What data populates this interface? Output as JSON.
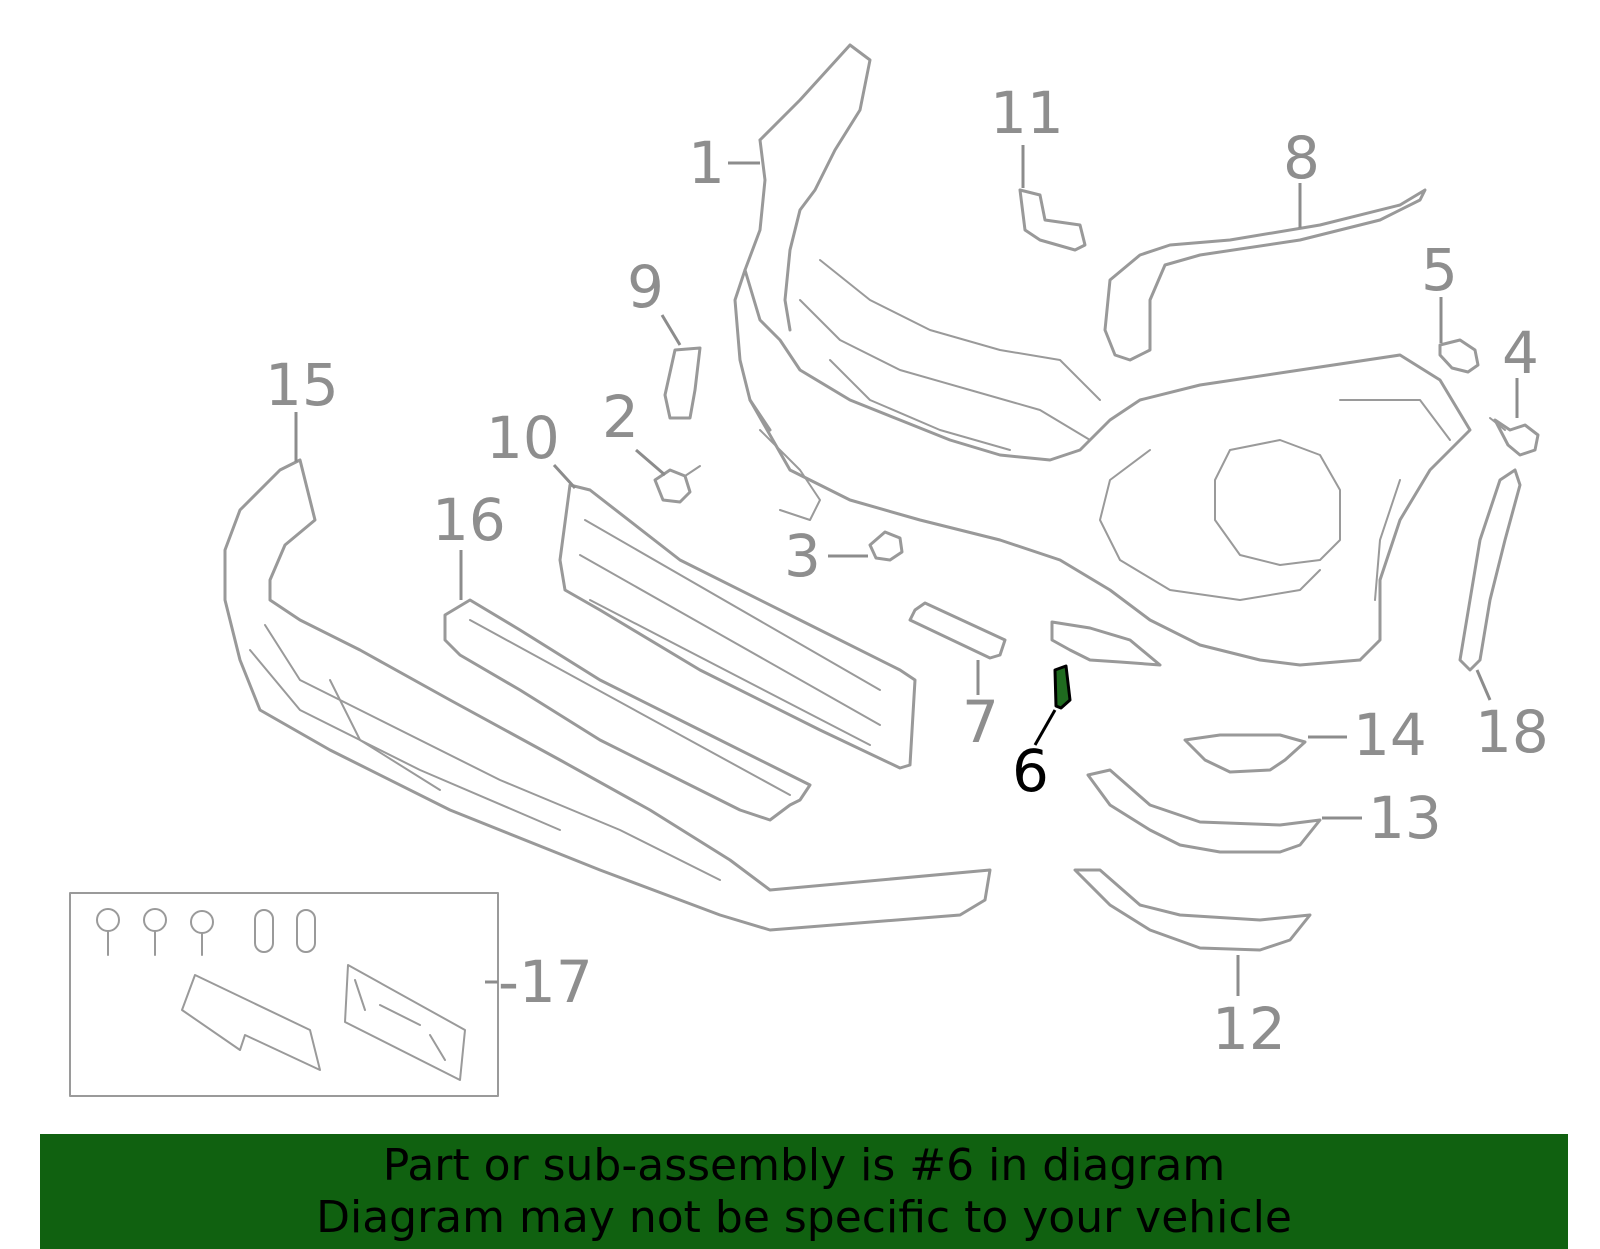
{
  "diagram": {
    "highlight_part": "6",
    "highlight_color": "#1f6b1f",
    "line_color": "#999999",
    "callouts": [
      {
        "id": "c1",
        "label": "1"
      },
      {
        "id": "c2",
        "label": "2"
      },
      {
        "id": "c3",
        "label": "3"
      },
      {
        "id": "c4",
        "label": "4"
      },
      {
        "id": "c5",
        "label": "5"
      },
      {
        "id": "c6",
        "label": "6"
      },
      {
        "id": "c7",
        "label": "7"
      },
      {
        "id": "c8",
        "label": "8"
      },
      {
        "id": "c9",
        "label": "9"
      },
      {
        "id": "c10",
        "label": "10"
      },
      {
        "id": "c11",
        "label": "11"
      },
      {
        "id": "c12",
        "label": "12"
      },
      {
        "id": "c13",
        "label": "13"
      },
      {
        "id": "c14",
        "label": "14"
      },
      {
        "id": "c15",
        "label": "15"
      },
      {
        "id": "c16",
        "label": "16"
      },
      {
        "id": "c17",
        "label": "-17"
      },
      {
        "id": "c18",
        "label": "18"
      }
    ]
  },
  "banner": {
    "line1": "Part or sub-assembly is #6 in diagram",
    "line2": "Diagram may not be specific to your vehicle",
    "color": "#106110"
  }
}
